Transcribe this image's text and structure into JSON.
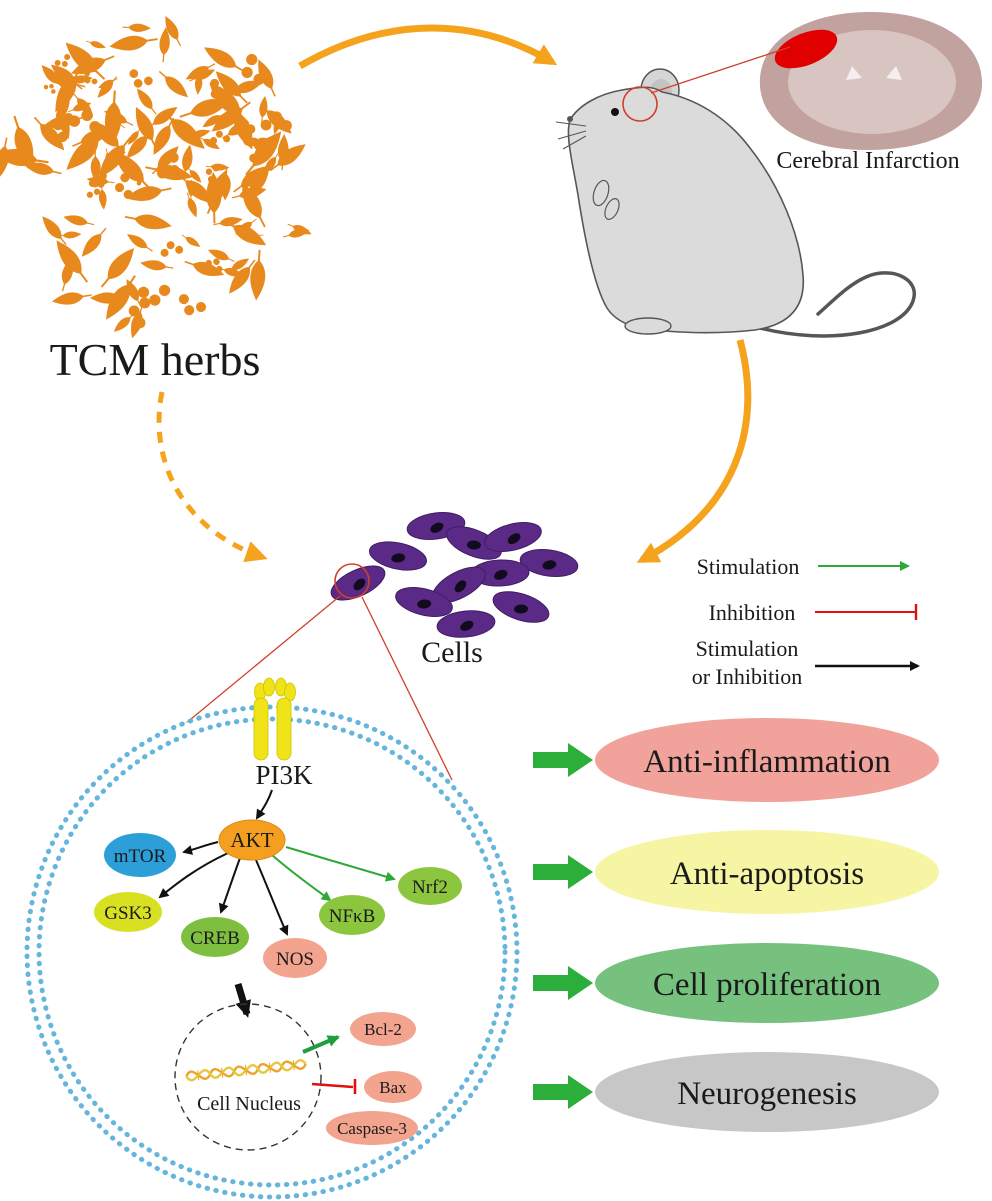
{
  "herbs": {
    "label": "TCM herbs"
  },
  "mouse": {
    "caption": "Cerebral Infarction"
  },
  "cells": {
    "label": "Cells"
  },
  "legend": {
    "stimulation": "Stimulation",
    "inhibition": "Inhibition",
    "either_line1": "Stimulation",
    "either_line2": "or Inhibition",
    "colors": {
      "stimulation": "#2EA836",
      "inhibition": "#E01010",
      "either": "#111111"
    }
  },
  "pathway": {
    "receptor_label": "PI3K",
    "nodes": {
      "akt": {
        "label": "AKT",
        "color": "#F49F1F"
      },
      "mtor": {
        "label": "mTOR",
        "color": "#2D9FD8"
      },
      "gsk3": {
        "label": "GSK3",
        "color": "#D9E021"
      },
      "creb": {
        "label": "CREB",
        "color": "#7FBF3F"
      },
      "nos": {
        "label": "NOS",
        "color": "#F2A48E"
      },
      "nfkb": {
        "label": "NFκB",
        "color": "#8CC63F"
      },
      "nrf2": {
        "label": "Nrf2",
        "color": "#8CC63F"
      }
    },
    "nucleus_label": "Cell Nucleus",
    "targets": {
      "bcl2": {
        "label": "Bcl-2",
        "color": "#F2A48E"
      },
      "bax": {
        "label": "Bax",
        "color": "#F2A48E"
      },
      "caspase3": {
        "label": "Caspase-3",
        "color": "#F2A48E"
      }
    }
  },
  "outcomes": [
    {
      "label": "Anti-inflammation",
      "color": "#F1A29A"
    },
    {
      "label": "Anti-apoptosis",
      "color": "#F5F5A3"
    },
    {
      "label": "Cell proliferation",
      "color": "#76C17E"
    },
    {
      "label": "Neurogenesis",
      "color": "#C7C7C7"
    }
  ],
  "accents": {
    "herb_orange": "#E8891E",
    "flow_arrow_orange": "#F5A21C",
    "cell_purple": "#5B2A86",
    "membrane_blue": "#66B5DD",
    "infarct_red": "#E00000",
    "magnifier_red": "#D04028"
  }
}
